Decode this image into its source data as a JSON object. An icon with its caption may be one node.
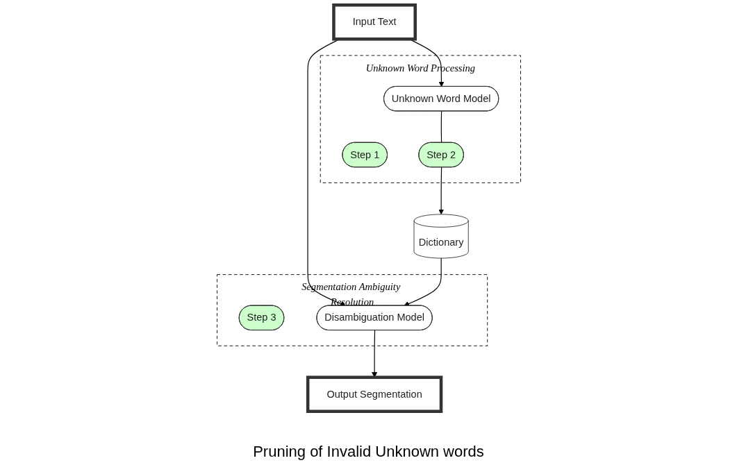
{
  "diagram": {
    "nodes": [
      {
        "text": [
          "Unknown Word Processing"
        ]
      },
      {
        "text": [
          "Step 1"
        ],
        "in": 0
      },
      {
        "text": [
          "Unknown Word Model"
        ],
        "in": 0
      },
      {
        "text": [
          "Step 2"
        ],
        "in": 0
      },
      {
        "text": [
          "Input Text"
        ]
      },
      {
        "text": [
          "Segmentation Ambiguity Resolution"
        ]
      },
      {
        "text": [
          "Step 3"
        ],
        "in": 5
      },
      {
        "text": [
          "Disambiguation Model"
        ],
        "in": 5
      },
      {
        "text": [
          "Dictionary"
        ]
      },
      {
        "text": [
          "Output Segmentation"
        ]
      }
    ],
    "edges": [
      {
        "from": 4,
        "to": 2,
        "arrow": "to"
      },
      {
        "from": 4,
        "to": 7,
        "arrow": "to"
      },
      {
        "from": 2,
        "to": 3,
        "arrow": "none"
      },
      {
        "from": 3,
        "to": 8,
        "arrow": "to"
      },
      {
        "from": 8,
        "to": 7,
        "arrow": "to"
      },
      {
        "from": 7,
        "to": 9,
        "arrow": "to"
      }
    ],
    "labels": [
      "Pruning of Invalid Unknown words"
    ]
  }
}
